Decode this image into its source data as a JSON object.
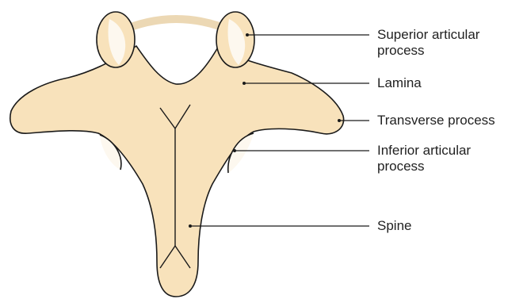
{
  "diagram": {
    "colors": {
      "bone_fill": "#f8e2bb",
      "bone_outline": "#1a1a1a",
      "arch_band": "#ecd8b4",
      "facet_fill": "#fdf8ef",
      "leader_line": "#1a1a1a"
    },
    "labels": {
      "superior_articular_process": [
        "Superior articular",
        "process"
      ],
      "lamina": "Lamina",
      "transverse_process": "Transverse process",
      "inferior_articular_process": [
        "Inferior articular",
        "process"
      ],
      "spine": "Spine"
    }
  }
}
